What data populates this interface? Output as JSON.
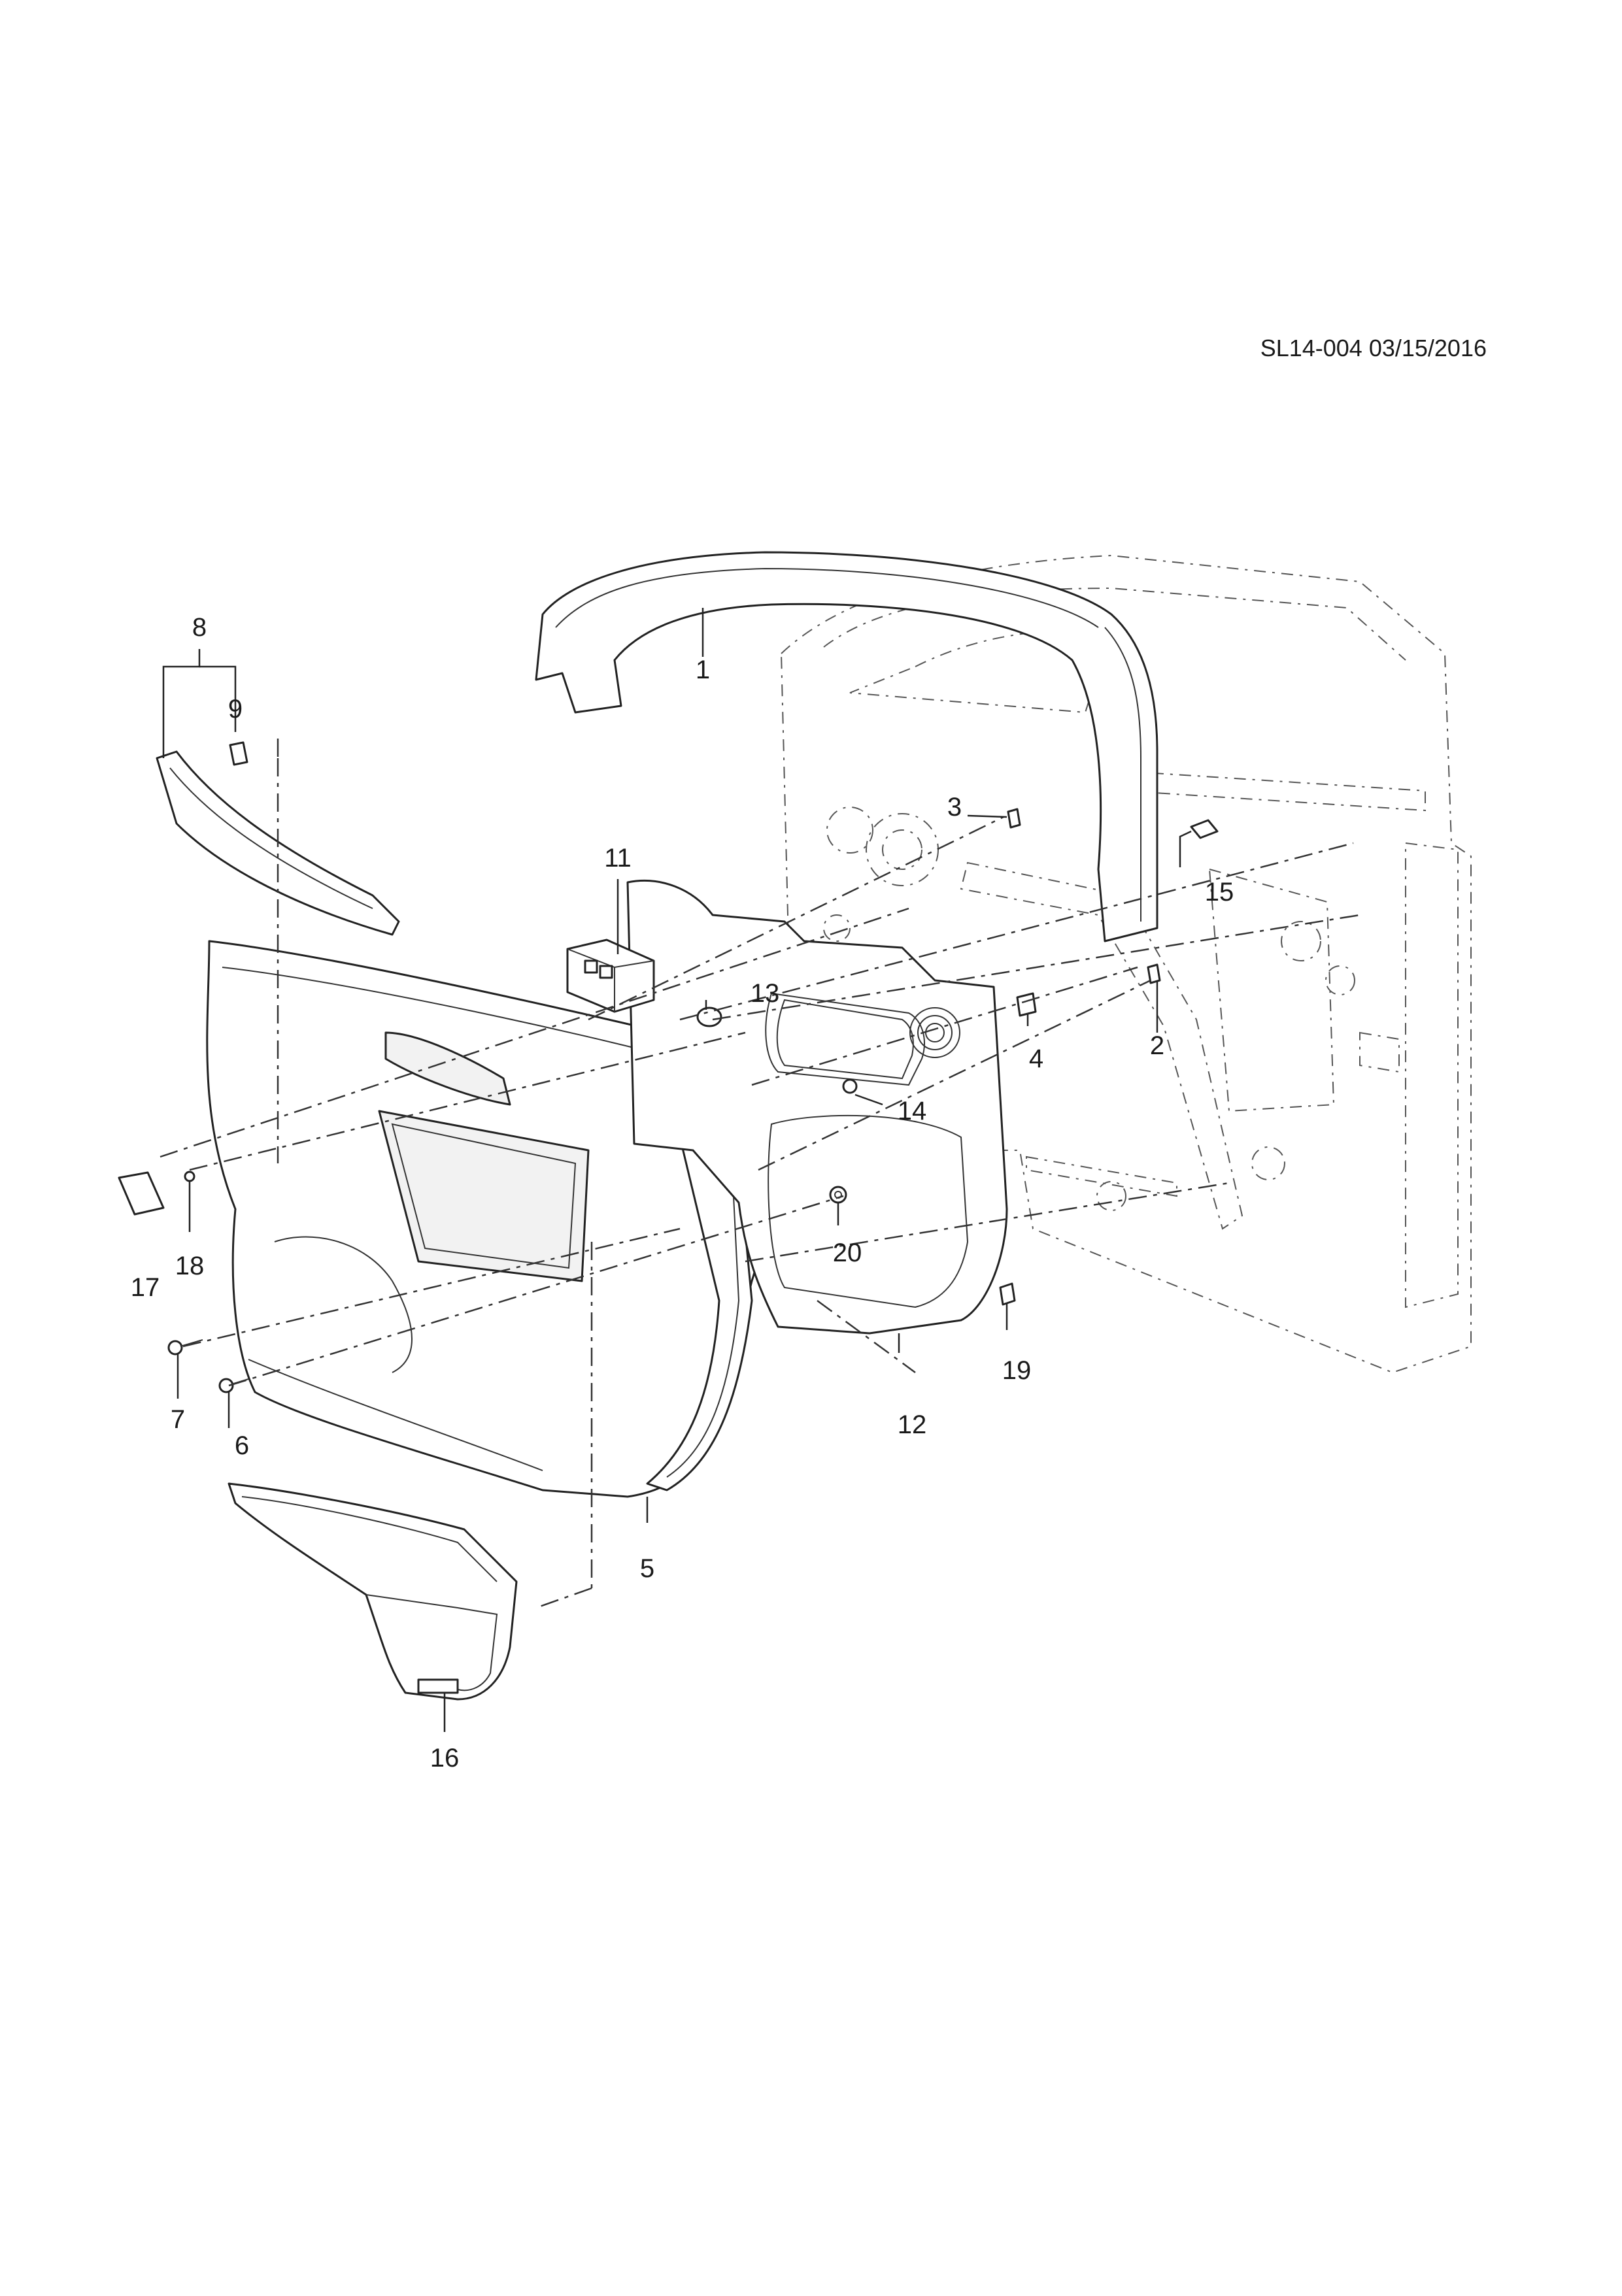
{
  "sheet": {
    "id_date": "SL14-004 03/15/2016"
  },
  "callouts": {
    "c1": "1",
    "c2": "2",
    "c3": "3",
    "c4": "4",
    "c5": "5",
    "c6": "6",
    "c7": "7",
    "c8": "8",
    "c9": "9",
    "c11": "11",
    "c12": "12",
    "c13": "13",
    "c14": "14",
    "c15": "15",
    "c16": "16",
    "c17": "17",
    "c18": "18",
    "c19": "19",
    "c20": "20"
  }
}
